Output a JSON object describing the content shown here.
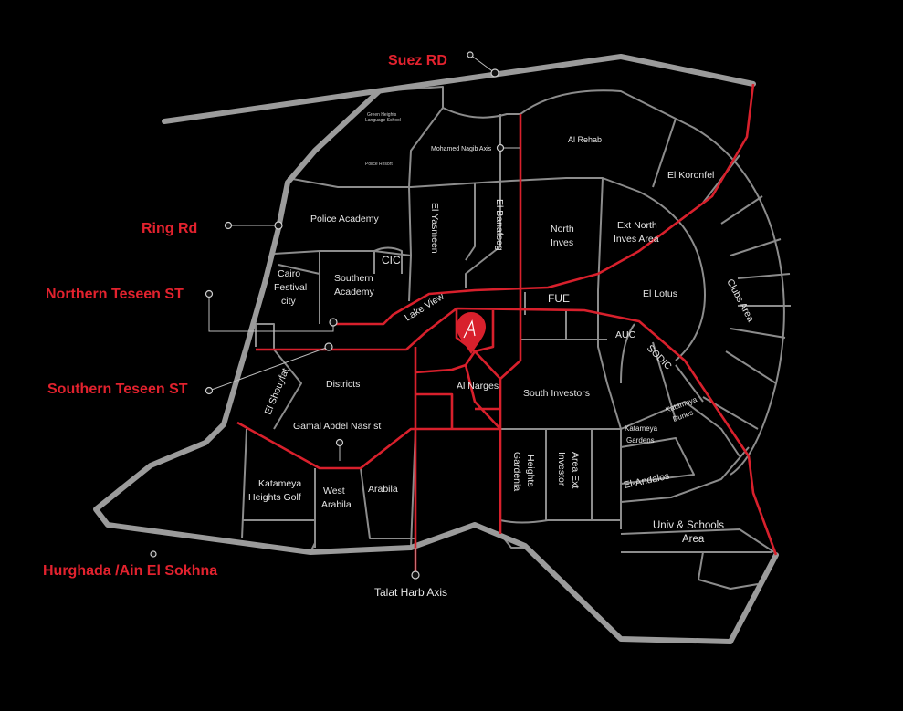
{
  "map": {
    "roads": {
      "suez": "Suez  RD",
      "ring": "Ring Rd",
      "northern_teseen": "Northern Teseen ST",
      "southern_teseen": "Southern Teseen ST",
      "hurghada": "Hurghada /Ain El Sokhna",
      "talat_harb": "Talat Harb Axis"
    },
    "areas": {
      "green_heights": [
        "Green Heights",
        "Language School"
      ],
      "mohamed_nagib": "Mohamed Nagib Axis",
      "police_resort": "Police Resort",
      "al_rehab": "Al Rehab",
      "el_koronfel": "El Koronfel",
      "police_academy": "Police Academy",
      "el_yasmeen": "El Yasmeen",
      "el_banafseg": "El Banafseg",
      "north_inves": [
        "North",
        "Inves"
      ],
      "ext_north_inves": [
        "Ext North",
        "Inves Area"
      ],
      "cic": "CIC",
      "cairo_festival": [
        "Cairo",
        "Festival",
        "city"
      ],
      "southern_academy": [
        "Southern",
        "Academy"
      ],
      "lake_view": "Lake View",
      "fue": "FUE",
      "el_lotus": "El Lotus",
      "clubs_area": "Clubs Area",
      "auc": "AUC",
      "sodic": "SODIC",
      "al_narges": "Al Narges",
      "south_investors": "South Investors",
      "districts": "Districts",
      "el_shouyfat": "El Shouyfat",
      "gamal_abdel_nasr": "Gamal Abdel Nasr st",
      "katameya_dunes": [
        "Katameya",
        "Dunes"
      ],
      "katameya_gardens": [
        "Katameya",
        "Gardens"
      ],
      "el_andalos": "El-Andalos",
      "gardenia_heights": [
        "Gardenia",
        "Heights"
      ],
      "investor_area_ext": [
        "Investor",
        "Area Ext"
      ],
      "katameya_heights_golf": [
        "Katameya",
        "Heights Golf"
      ],
      "west_arabila": [
        "West",
        "Arabila"
      ],
      "arabila": "Arabila",
      "univ_schools": [
        "Univ & Schools",
        "Area"
      ]
    },
    "colors": {
      "background": "#000000",
      "roads": "#9b9b9b",
      "highlight": "#d8202c"
    },
    "marker_icon": "location-pin-icon"
  }
}
